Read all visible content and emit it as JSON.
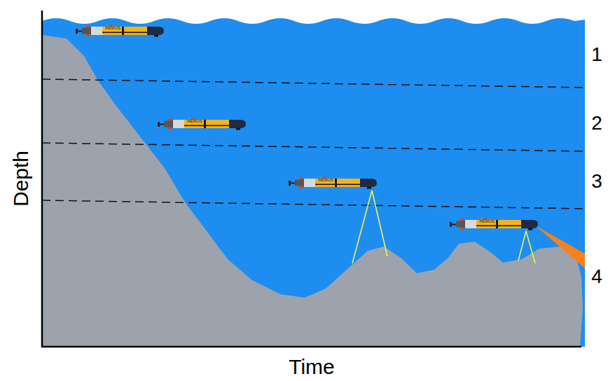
{
  "diagram": {
    "labels": [
      "1",
      "2",
      "3",
      "4",
      "Depth",
      "Time",
      "REMUS",
      "REMUS",
      "REMUS",
      "REMUS"
    ]
  }
}
